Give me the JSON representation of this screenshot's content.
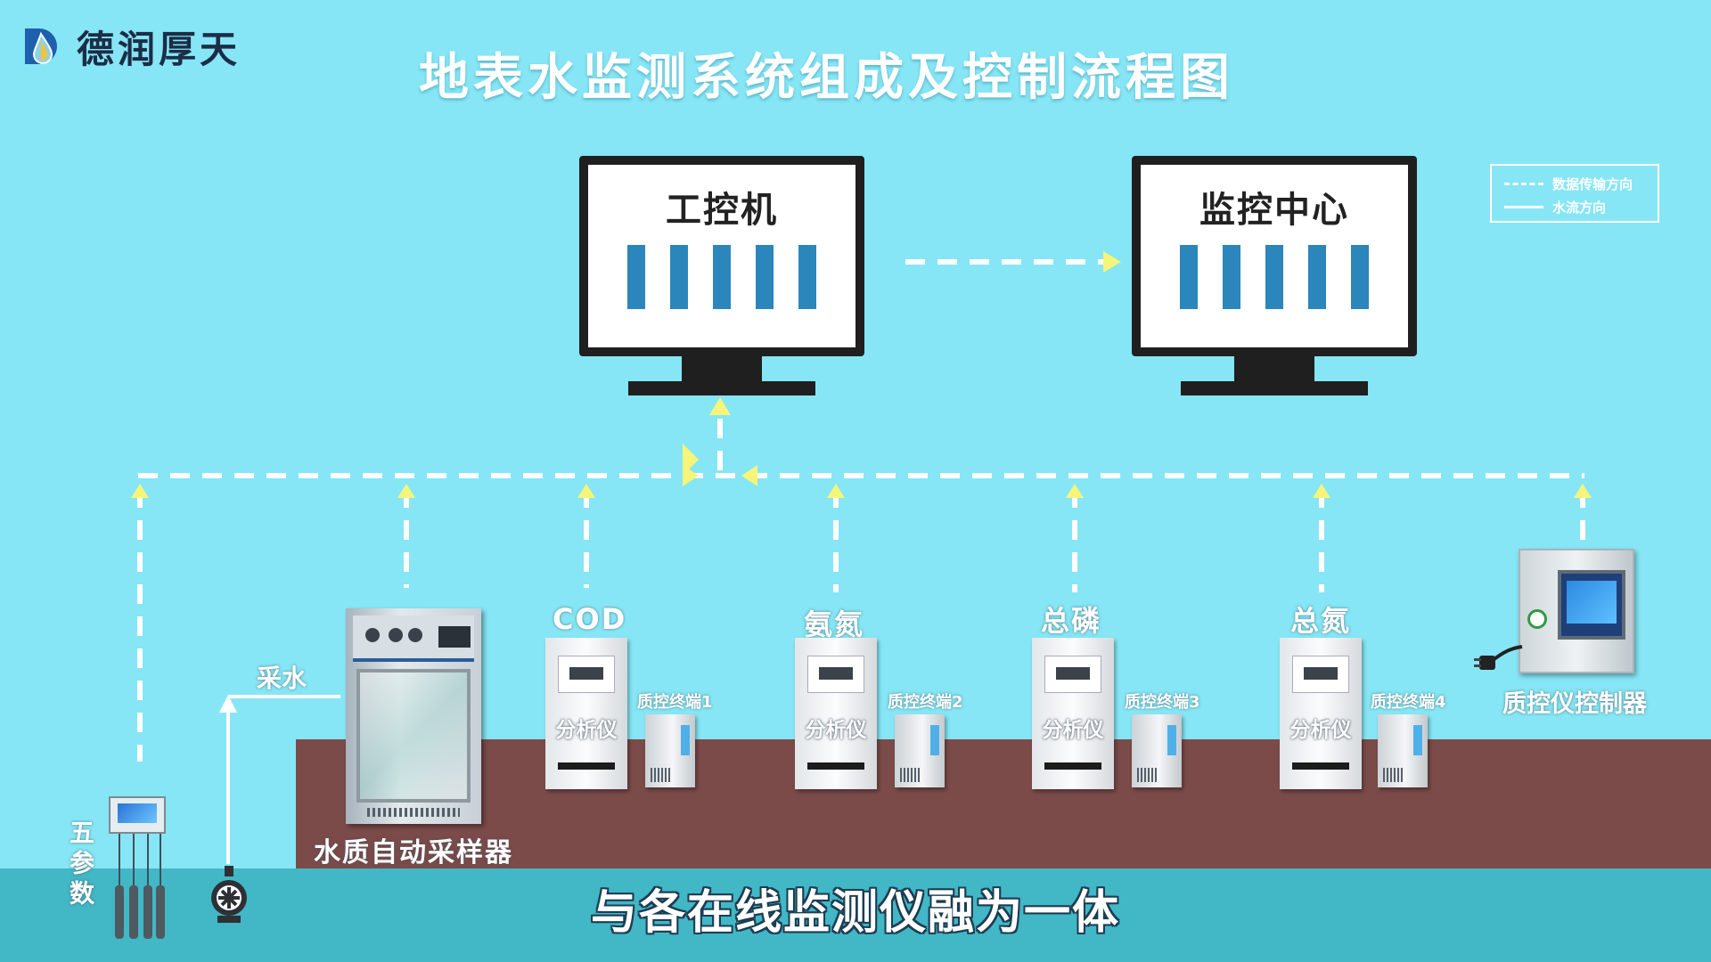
{
  "brand": {
    "name": "德润厚天"
  },
  "title": "地表水监测系统组成及控制流程图",
  "monitors": [
    {
      "label": "工控机"
    },
    {
      "label": "监控中心"
    }
  ],
  "legend": {
    "data_direction": "数据传输方向",
    "water_direction": "水流方向"
  },
  "analyzers": [
    {
      "name": "COD",
      "panel_label": "分析仪",
      "qc_terminal": "质控终端1"
    },
    {
      "name": "氨氮",
      "panel_label": "分析仪",
      "qc_terminal": "质控终端2"
    },
    {
      "name": "总磷",
      "panel_label": "分析仪",
      "qc_terminal": "质控终端3"
    },
    {
      "name": "总氮",
      "panel_label": "分析仪",
      "qc_terminal": "质控终端4"
    }
  ],
  "sampler": {
    "label": "水质自动采样器"
  },
  "controller": {
    "label": "质控仪控制器"
  },
  "sampling": {
    "label": "采水"
  },
  "five_params": {
    "label": "五参数"
  },
  "subtitle": "与各在线监测仪融为一体",
  "colors": {
    "background": "#86e6f5",
    "arrow": "#f6f57a",
    "dash": "#ffffff",
    "ground": "#7b4b4a",
    "water": "#42b7c6",
    "bar": "#2b86bb"
  },
  "icons": {
    "logo": "water-drop-d-logo",
    "pump": "water-pump-icon"
  }
}
